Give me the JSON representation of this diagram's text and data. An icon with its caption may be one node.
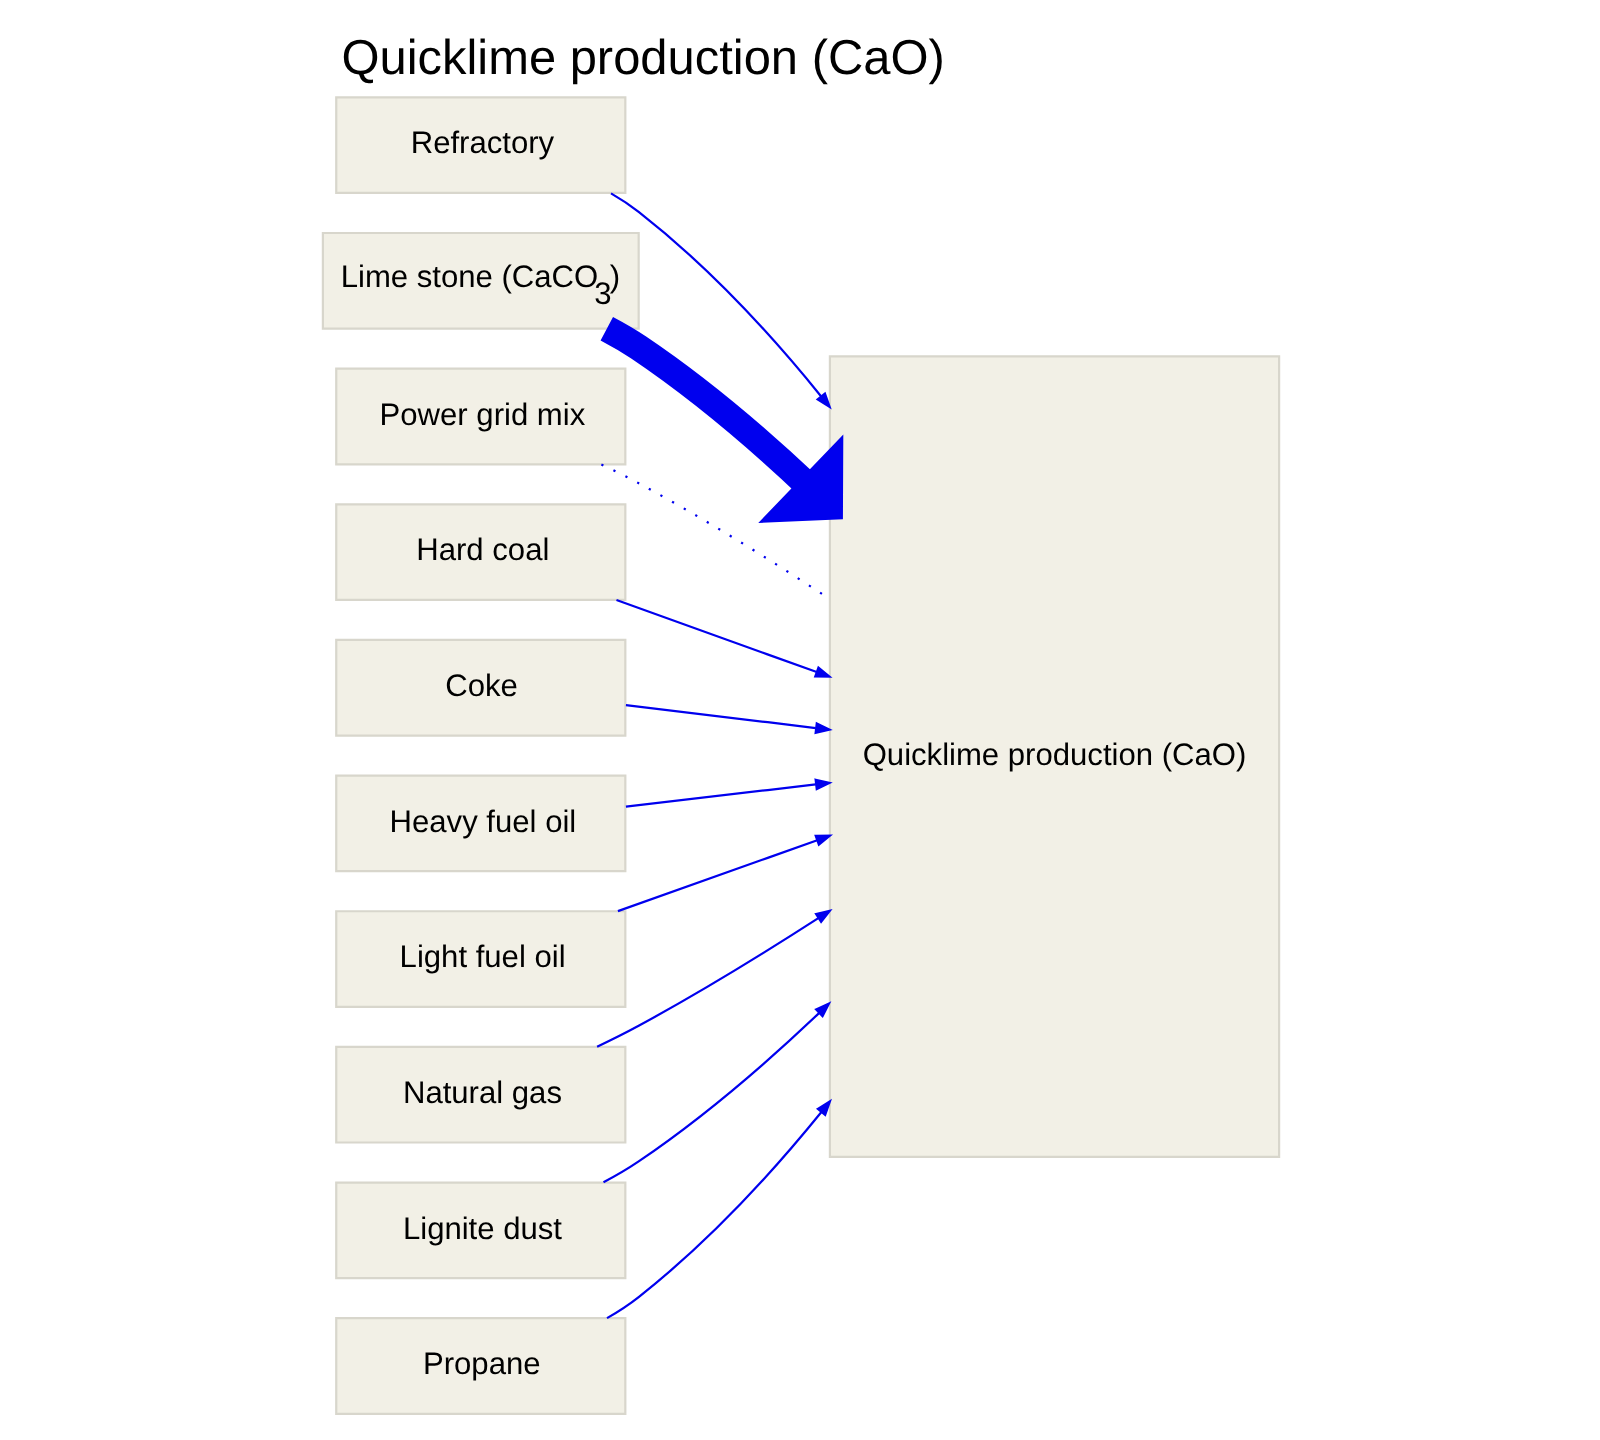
{
  "diagram": {
    "title": "Quicklime production (CaO)",
    "nodes": [
      {
        "text": [
          "Refractory"
        ]
      },
      {
        "text": [
          "Lime stone (CaCO$_{3}$)"
        ]
      },
      {
        "text": [
          "Power grid mix"
        ]
      },
      {
        "text": [
          "Hard coal"
        ]
      },
      {
        "text": [
          "Quicklime production (CaO)"
        ]
      },
      {
        "text": [
          "Coke"
        ]
      },
      {
        "text": [
          "Heavy fuel oil"
        ]
      },
      {
        "text": [
          "Light fuel oil"
        ]
      },
      {
        "text": [
          "Natural gas"
        ]
      },
      {
        "text": [
          "Lignite dust"
        ]
      },
      {
        "text": [
          "Propane"
        ]
      }
    ],
    "edges": [
      {
        "from": 0,
        "to": 4,
        "arrow": "to"
      },
      {
        "from": 1,
        "to": 4,
        "arrow": "to",
        "style": "thick"
      },
      {
        "from": 2,
        "to": 4,
        "arrow": "none",
        "style": "dashed"
      },
      {
        "from": 3,
        "to": 4,
        "arrow": "to"
      },
      {
        "from": 5,
        "to": 4,
        "arrow": "to"
      },
      {
        "from": 6,
        "to": 4,
        "arrow": "to"
      },
      {
        "from": 7,
        "to": 4,
        "arrow": "to"
      },
      {
        "from": 8,
        "to": 4,
        "arrow": "to"
      },
      {
        "from": 9,
        "to": 4,
        "arrow": "to"
      },
      {
        "from": 10,
        "to": 4,
        "arrow": "to"
      }
    ]
  }
}
